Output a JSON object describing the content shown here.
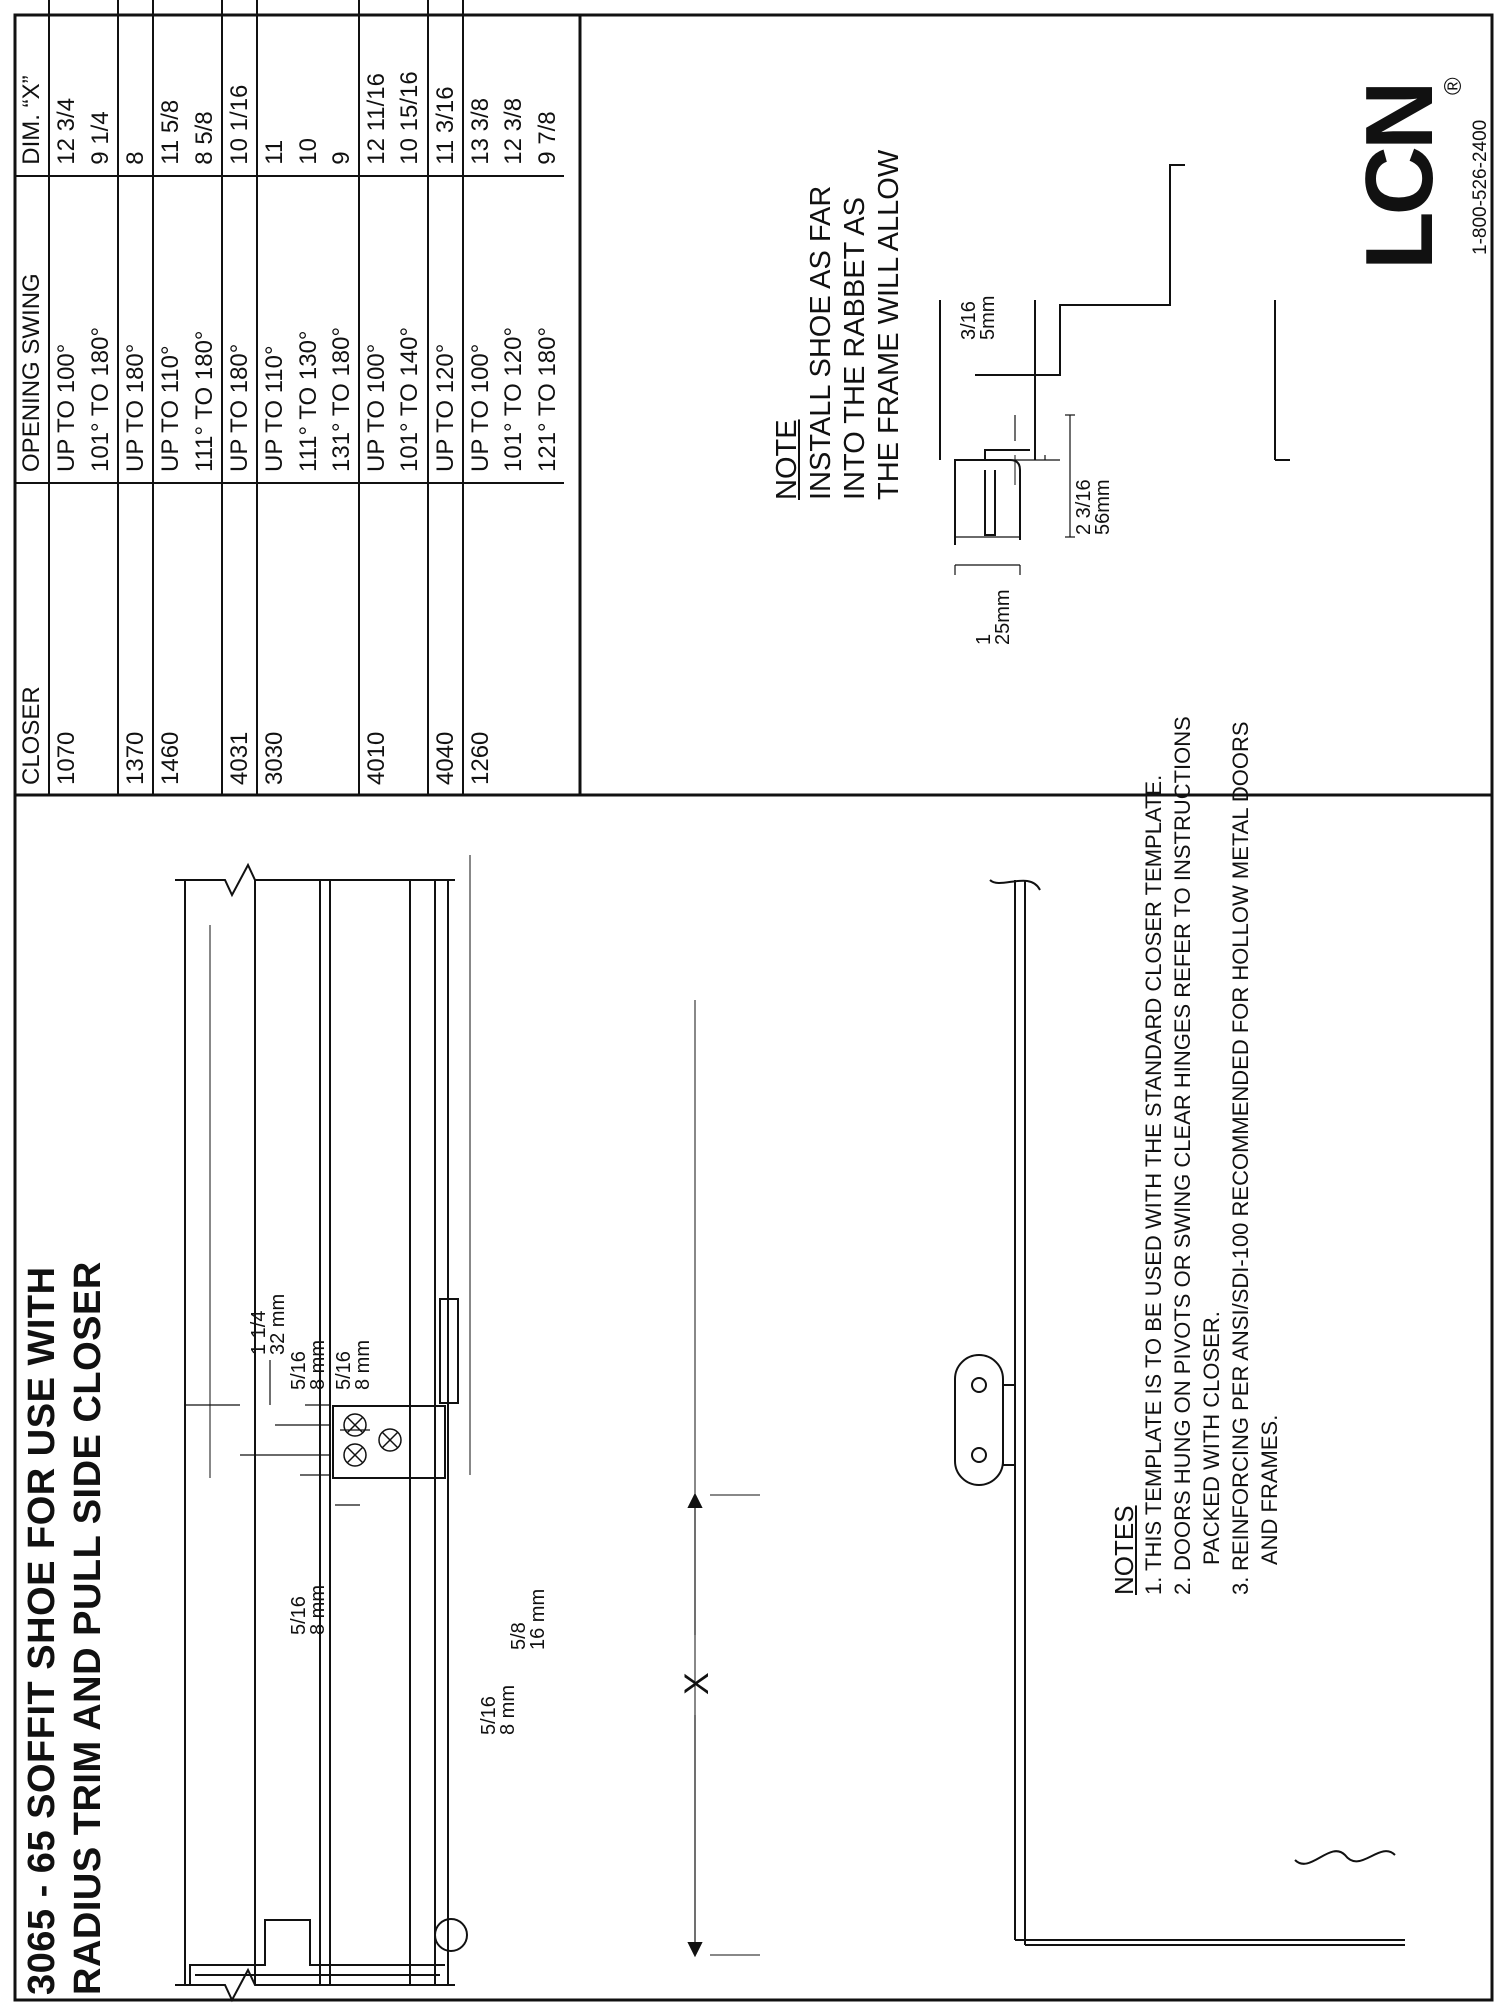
{
  "title": {
    "line1": "3065 - 65  SOFFIT SHOE FOR USE WITH",
    "line2": "RADIUS TRIM AND PULL SIDE CLOSER"
  },
  "table": {
    "headers": [
      "CLOSER",
      "OPENING SWING",
      "DIM. “X”"
    ],
    "rows": [
      {
        "closer": "1070",
        "swing": "UP TO 100°",
        "dim": "12 3/4"
      },
      {
        "closer": "",
        "swing": "101° TO 180°",
        "dim": "9 1/4"
      },
      {
        "closer": "1370",
        "swing": "UP TO 180°",
        "dim": "8"
      },
      {
        "closer": "1460",
        "swing": "UP TO 110°",
        "dim": "11 5/8"
      },
      {
        "closer": "",
        "swing": "111° TO 180°",
        "dim": "8 5/8"
      },
      {
        "closer": "4031",
        "swing": "UP TO 180°",
        "dim": "10 1/16"
      },
      {
        "closer": "3030",
        "swing": "UP TO 110°",
        "dim": "11"
      },
      {
        "closer": "",
        "swing": "111° TO 130°",
        "dim": "10"
      },
      {
        "closer": "",
        "swing": "131° TO 180°",
        "dim": "9"
      },
      {
        "closer": "4010",
        "swing": "UP TO 100°",
        "dim": "12 11/16"
      },
      {
        "closer": "",
        "swing": "101° TO 140°",
        "dim": "10 15/16"
      },
      {
        "closer": "4040",
        "swing": "UP TO 120°",
        "dim": "11 3/16"
      },
      {
        "closer": "1260",
        "swing": "UP TO 100°",
        "dim": "13 3/8"
      },
      {
        "closer": "",
        "swing": "101° TO 120°",
        "dim": "12 3/8"
      },
      {
        "closer": "",
        "swing": "121° TO 180°",
        "dim": "9 7/8"
      }
    ]
  },
  "dimensions": {
    "d1": {
      "frac": "1 1/4",
      "mm": "32 mm"
    },
    "d2": {
      "frac": "5/16",
      "mm": "8 mm"
    },
    "d3": {
      "frac": "5/16",
      "mm": "8 mm"
    },
    "d4": {
      "frac": "5/16",
      "mm": "8 mm"
    },
    "d5": {
      "frac": "5/8",
      "mm": "16 mm"
    },
    "d6": {
      "frac": "5/16",
      "mm": "8 mm"
    },
    "x_label": "X",
    "d_shoe_gap": {
      "frac": "3/16",
      "mm": "5mm"
    },
    "d_shoe_len": {
      "frac": "2 3/16",
      "mm": "56mm"
    },
    "d_shoe_ht": {
      "frac": "1",
      "mm": "25mm"
    }
  },
  "note": {
    "heading": "NOTE",
    "lines": [
      "INSTALL SHOE AS FAR",
      "INTO THE RABBET AS",
      "THE FRAME WILL ALLOW"
    ]
  },
  "notes": {
    "heading": "NOTES",
    "items": [
      {
        "num": "1.",
        "lines": [
          "THIS TEMPLATE IS TO BE USED WITH THE STANDARD CLOSER TEMPLATE."
        ]
      },
      {
        "num": "2.",
        "lines": [
          "DOORS HUNG ON PIVOTS OR SWING CLEAR HINGES REFER TO INSTRUCTIONS",
          "PACKED WITH CLOSER."
        ]
      },
      {
        "num": "3.",
        "lines": [
          "REINFORCING PER ANSI/SDI-100 RECOMMENDED FOR HOLLOW METAL DOORS",
          "AND FRAMES."
        ]
      }
    ]
  },
  "logo": {
    "text": "LCN",
    "registered": "®",
    "phone": "1-800-526-2400"
  }
}
